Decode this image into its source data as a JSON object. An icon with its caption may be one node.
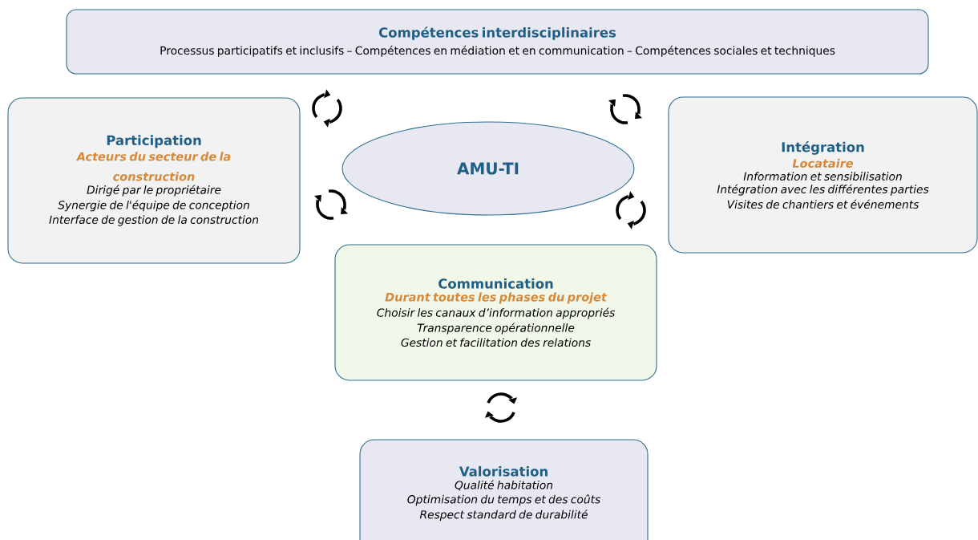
{
  "diagram": {
    "nodes": [
      {
        "text": [
          "Compétences interdisciplinaires",
          "Processus participatifs et inclusifs – Compétences en médiation et en communication – Compétences sociales et techniques"
        ]
      },
      {
        "text": [
          "Participation",
          "Acteurs du secteur de la construction",
          "Dirigé par le propriétaire",
          "Synergie de l'équipe de conception",
          "Interface de gestion de la construction"
        ]
      },
      {
        "text": [
          "AMU-TI"
        ]
      },
      {
        "text": [
          "Intégration",
          "Locataire",
          "Information et sensibilisation",
          "Intégration avec les différentes parties",
          "Visites de chantiers et événements"
        ]
      },
      {
        "text": [
          "Communication",
          "Durant toutes les phases du projet",
          "Choisir les canaux d’information appropriés",
          "Transparence opérationnelle",
          "Gestion et facilitation des relations"
        ]
      },
      {
        "text": [
          "Valorisation",
          "Qualité habitation",
          "Optimisation du temps et des coûts",
          "Respect standard de durabilité"
        ]
      }
    ]
  }
}
